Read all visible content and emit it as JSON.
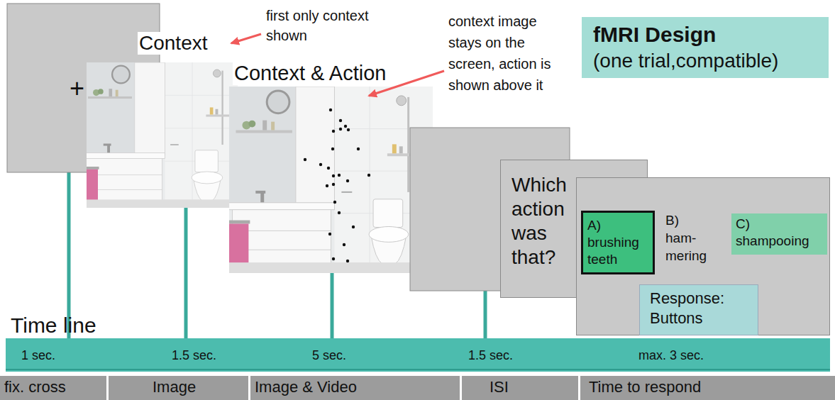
{
  "diagram": {
    "nodes": [
      {
        "text": [
          "fMRI Design",
          "(one trial,compatible)"
        ]
      },
      {
        "text": [
          "+"
        ]
      },
      {
        "text": [
          "Context"
        ]
      },
      {
        "text": [
          "Context & Action"
        ]
      },
      {
        "text": [
          "Which action was that?"
        ]
      },
      {
        "text": [
          "B) ham- mering"
        ]
      },
      {
        "text": [
          "A) brushing teeth"
        ],
        "in": 5
      },
      {
        "text": [
          "C) shampooing"
        ],
        "in": 5
      },
      {
        "text": [
          "Response: Buttons"
        ],
        "in": 5
      },
      {
        "text": [
          "fix. cross"
        ]
      },
      {
        "text": [
          "Image"
        ]
      },
      {
        "text": [
          "Image & Video"
        ]
      },
      {
        "text": [
          "ISI"
        ]
      },
      {
        "text": [
          "Time to respond"
        ]
      }
    ],
    "labels": [
      "first only context shown",
      "context image stays on the screen, action is shown above it",
      "Time line",
      "1 sec.",
      "1.5 sec.",
      "5 sec.",
      "1.5 sec.",
      "max. 3 sec."
    ]
  }
}
